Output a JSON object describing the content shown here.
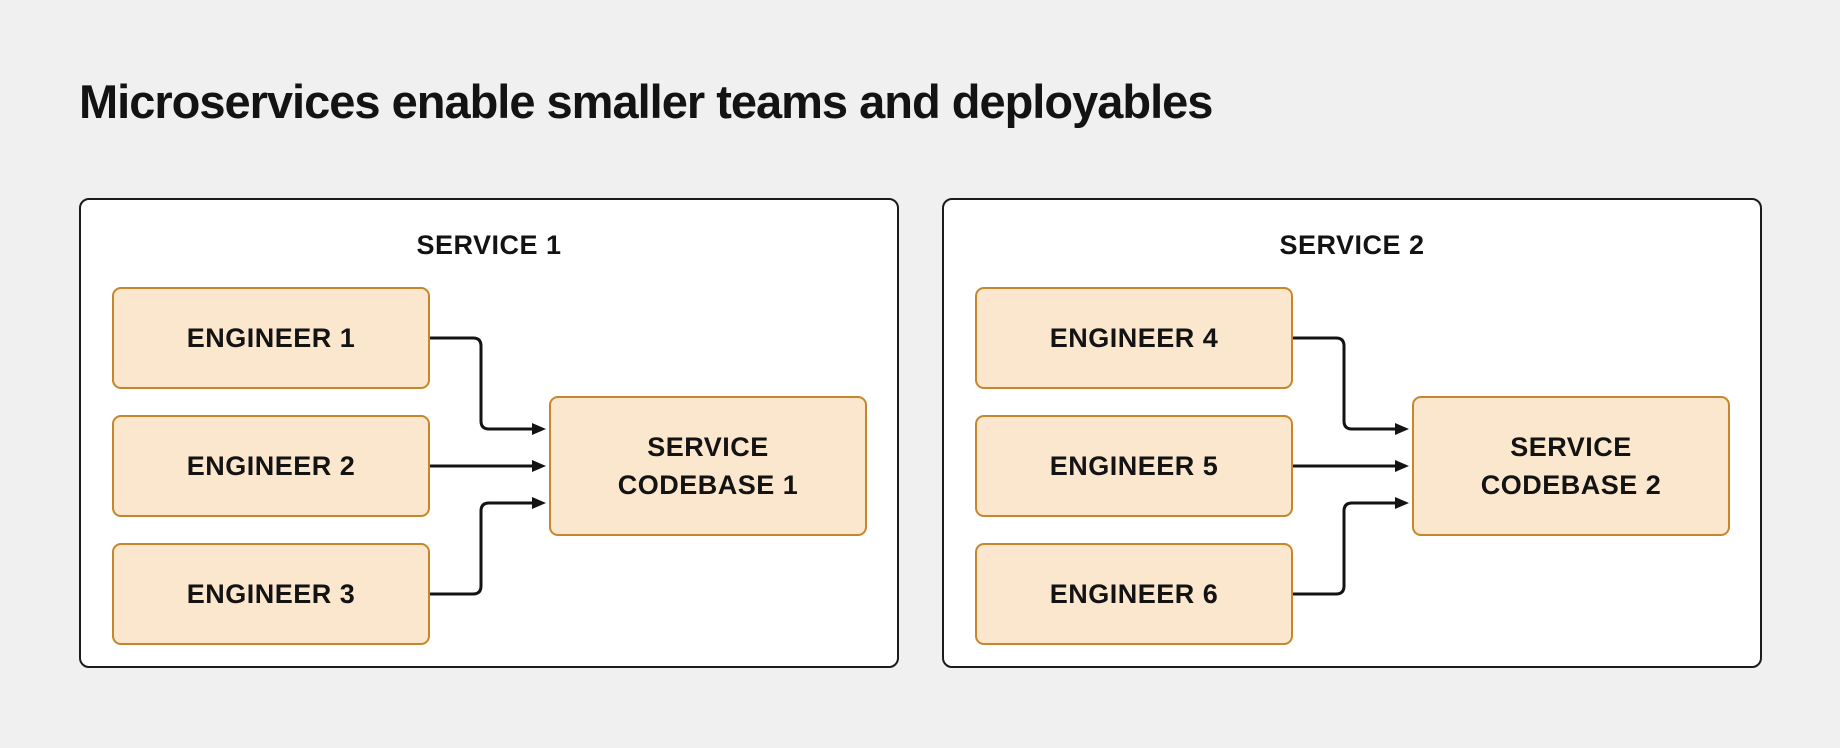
{
  "title": "Microservices enable smaller teams and deployables",
  "colors": {
    "background": "#F0F0F0",
    "panel_bg": "#FFFFFF",
    "panel_border": "#1B1B1B",
    "box_fill": "#FAE7CE",
    "box_border": "#C6862B",
    "text": "#131313",
    "arrow": "#131313"
  },
  "diagram": {
    "panels": [
      {
        "title": "SERVICE 1",
        "engineers": [
          "ENGINEER 1",
          "ENGINEER 2",
          "ENGINEER 3"
        ],
        "codebase_label": "SERVICE CODEBASE 1"
      },
      {
        "title": "SERVICE 2",
        "engineers": [
          "ENGINEER 4",
          "ENGINEER 5",
          "ENGINEER 6"
        ],
        "codebase_label": "SERVICE CODEBASE 2"
      }
    ]
  }
}
